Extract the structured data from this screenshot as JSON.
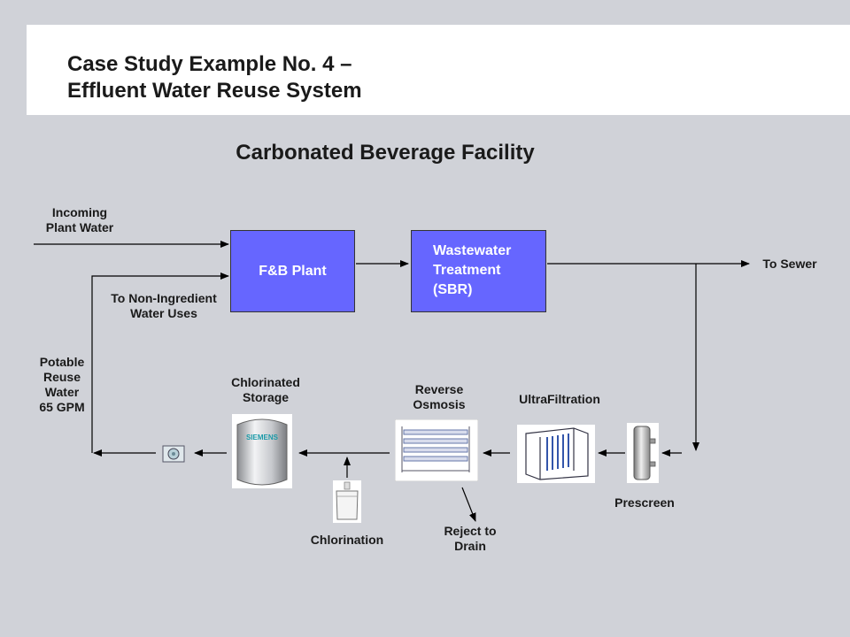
{
  "header": {
    "title_line1": "Case Study Example No. 4 –",
    "title_line2": "Effluent Water Reuse System"
  },
  "diagram": {
    "subtitle": "Carbonated Beverage Facility",
    "incoming": "Incoming\nPlant Water",
    "fb_plant": "F&B Plant",
    "wastewater": "Wastewater\nTreatment\n(SBR)",
    "to_sewer": "To Sewer",
    "non_ingredient": "To Non-Ingredient\nWater Uses",
    "potable_reuse": "Potable\nReuse\nWater\n65 GPM",
    "chlorinated_storage": "Chlorinated\nStorage",
    "reverse_osmosis": "Reverse\nOsmosis",
    "ultrafiltration": "UltraFiltration",
    "prescreen": "Prescreen",
    "chlorination": "Chlorination",
    "reject": "Reject to\nDrain",
    "tank_logo": "SIEMENS"
  },
  "colors": {
    "box_fill": "#6666ff",
    "background": "#d0d2d8",
    "header": "#ffffff"
  }
}
